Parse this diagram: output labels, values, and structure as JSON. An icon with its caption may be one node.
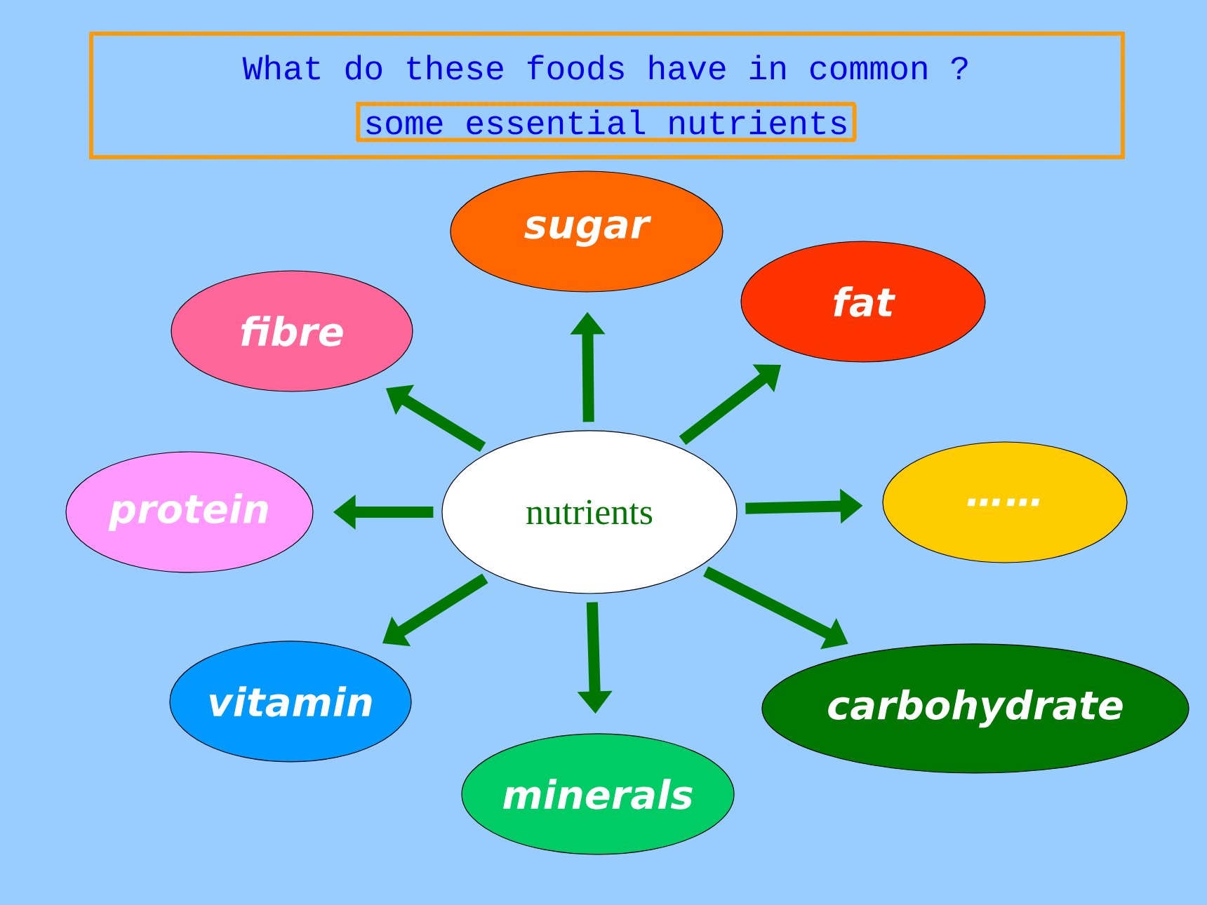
{
  "diagram": {
    "nodes": [
      {
        "text": [
          "nutrients"
        ]
      },
      {
        "text": [
          "sugar"
        ]
      },
      {
        "text": [
          "fat"
        ]
      },
      {
        "text": [
          "……"
        ]
      },
      {
        "text": [
          "carbohydrate"
        ]
      },
      {
        "text": [
          "minerals"
        ]
      },
      {
        "text": [
          "vitamin"
        ]
      },
      {
        "text": [
          "protein"
        ]
      },
      {
        "text": [
          "fibre"
        ]
      }
    ],
    "edges": [
      {
        "from": 0,
        "to": 1,
        "arrow": "to"
      },
      {
        "from": 0,
        "to": 2,
        "arrow": "to"
      },
      {
        "from": 0,
        "to": 3,
        "arrow": "to"
      },
      {
        "from": 0,
        "to": 4,
        "arrow": "to"
      },
      {
        "from": 0,
        "to": 5,
        "arrow": "to"
      },
      {
        "from": 0,
        "to": 6,
        "arrow": "to"
      },
      {
        "from": 0,
        "to": 7,
        "arrow": "to"
      },
      {
        "from": 0,
        "to": 8,
        "arrow": "to"
      }
    ],
    "labels": [
      "What do these foods have in common ?",
      "some essential nutrients"
    ]
  }
}
